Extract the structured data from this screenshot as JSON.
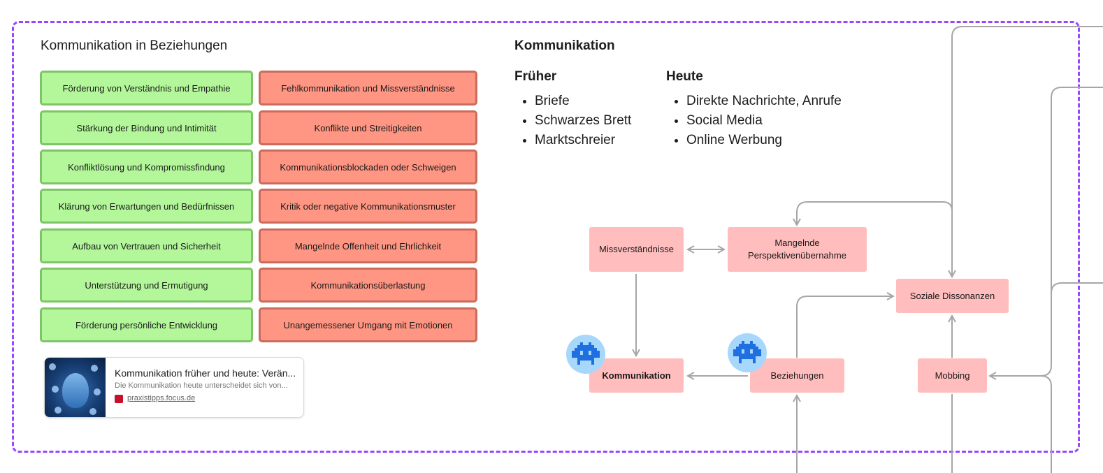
{
  "board": {
    "title": "Kommunikation in Beziehungen",
    "positives": [
      "Förderung von Verständnis und Empathie",
      "Stärkung der Bindung und Intimität",
      "Konfliktlösung und Kompromissfindung",
      "Klärung von Erwartungen und Bedürfnissen",
      "Aufbau von Vertrauen und Sicherheit",
      "Unterstützung und Ermutigung",
      "Förderung persönliche Entwicklung"
    ],
    "negatives": [
      "Fehlkommunikation und Missverständnisse",
      "Konflikte und Streitigkeiten",
      "Kommunikationsblockaden oder Schweigen",
      "Kritik oder negative Kommunikationsmuster",
      "Mangelnde Offenheit und Ehrlichkeit",
      "Kommunikationsüberlastung",
      "Unangemessener Umgang mit Emotionen"
    ],
    "colors": {
      "frame": "#9747ff",
      "positive_fill": "#b3f79a",
      "negative_fill": "#ff9683",
      "node_fill": "#ffbdbd",
      "connector": "#a6a6a6",
      "avatar": "#a7d8fb",
      "avatar_icon": "#1f6fe0"
    }
  },
  "link_preview": {
    "title": "Kommunikation früher und heute: Verän...",
    "description": "Die Kommunikation heute unterscheidet sich von...",
    "domain": "praxistipps.focus.de",
    "thumbnail_icon": "ai-portrait-image",
    "favicon_icon": "focus-favicon"
  },
  "comparison": {
    "title": "Kommunikation",
    "past": {
      "heading": "Früher",
      "items": [
        "Briefe",
        "Schwarzes Brett",
        "Marktschreier"
      ]
    },
    "today": {
      "heading": "Heute",
      "items": [
        "Direkte Nachrichte, Anrufe",
        "Social Media",
        "Online Werbung"
      ]
    }
  },
  "diagram": {
    "nodes": {
      "missverstaendnisse": "Missverständnisse",
      "perspektive_line1": "Mangelnde",
      "perspektive_line2": "Perspektivenübernahme",
      "soziale": "Soziale Dissonanzen",
      "kommunikation": "Kommunikation",
      "beziehungen": "Beziehungen",
      "mobbing": "Mobbing"
    },
    "avatar_icon": "robot-icon"
  }
}
